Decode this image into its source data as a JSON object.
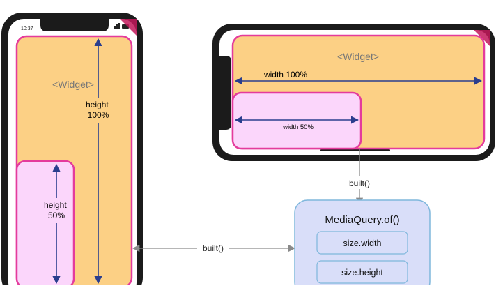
{
  "portrait_phone": {
    "status_time": "10:37",
    "widget_label": "<Widget>",
    "height_full_label": [
      "height",
      "100%"
    ],
    "height_half_label": [
      "height",
      "50%"
    ]
  },
  "landscape_phone": {
    "widget_label": "<Widget>",
    "width_full_label": "width 100%",
    "width_half_label": "width 50%"
  },
  "connectors": {
    "built_left": "built()",
    "built_top": "built()"
  },
  "media_query": {
    "title": "MediaQuery.of()",
    "items": [
      "size.width",
      "size.height"
    ]
  },
  "colors": {
    "widget_fill": "#fcd085",
    "widget_border": "#e43b9c",
    "child_fill": "#fbd6fb",
    "arrow": "#2a3e8e",
    "phone_frame": "#1b1b1b",
    "mediaquery_fill": "#d9def9",
    "mediaquery_border": "#7fb7dc",
    "connector": "#8a8a8a"
  }
}
